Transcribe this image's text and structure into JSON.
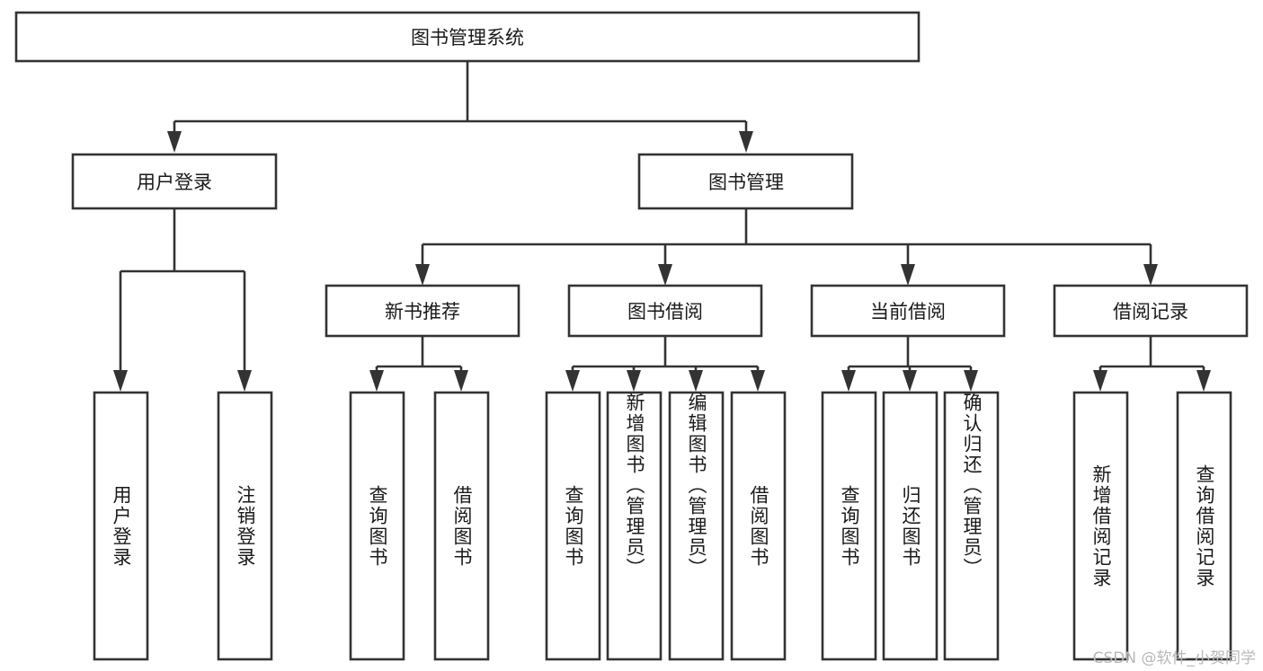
{
  "diagram": {
    "type": "hierarchy-tree",
    "title_node": "图书管理系统",
    "background_color": "#ffffff",
    "line_color": "#333333",
    "text_color": "#1a1a1a"
  },
  "nodes": {
    "root": {
      "label": "图书管理系统"
    },
    "level2": [
      {
        "label": "用户登录"
      },
      {
        "label": "图书管理"
      }
    ],
    "level3": [
      {
        "label": "新书推荐"
      },
      {
        "label": "图书借阅"
      },
      {
        "label": "当前借阅"
      },
      {
        "label": "借阅记录"
      }
    ],
    "leaves": {
      "user_login": [
        {
          "label": "用户登录"
        },
        {
          "label": "注销登录"
        }
      ],
      "new_book_recommend": [
        {
          "label": "查询图书"
        },
        {
          "label": "借阅图书"
        }
      ],
      "book_borrow": [
        {
          "label": "查询图书"
        },
        {
          "label": "新增图书（管理员）"
        },
        {
          "label": "编辑图书（管理员）"
        },
        {
          "label": "借阅图书"
        }
      ],
      "current_borrow": [
        {
          "label": "查询图书"
        },
        {
          "label": "归还图书"
        },
        {
          "label": "确认归还（管理员）"
        }
      ],
      "borrow_record": [
        {
          "label": "新增借阅记录"
        },
        {
          "label": "查询借阅记录"
        }
      ]
    }
  },
  "watermark": {
    "text": "CSDN @软件_小贺同学"
  }
}
